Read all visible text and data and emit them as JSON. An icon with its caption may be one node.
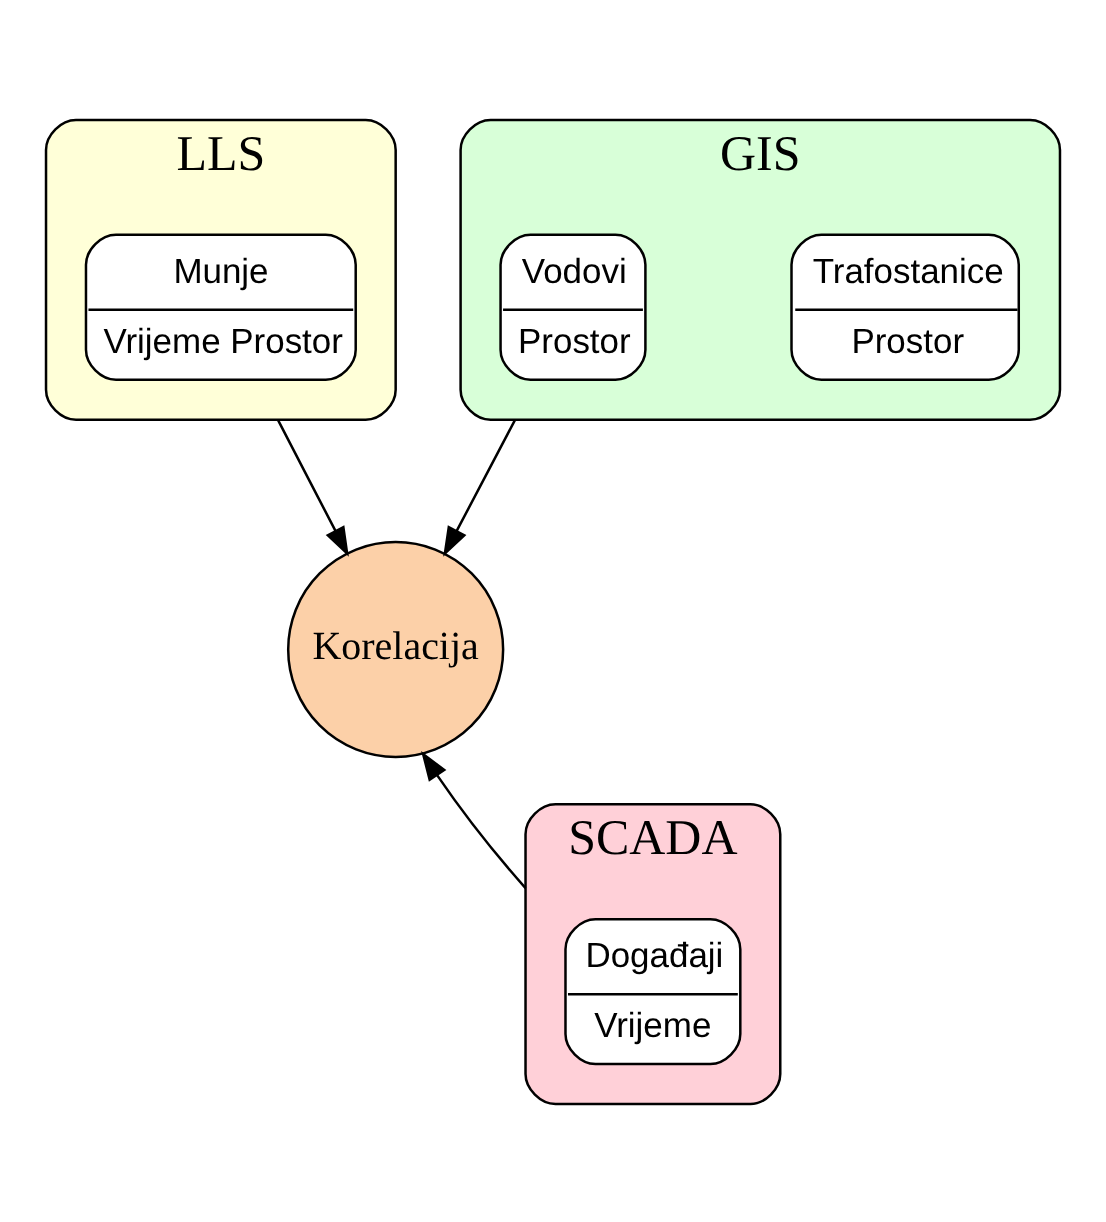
{
  "diagram": {
    "nodes": [
      {
        "text": [
          "LLS"
        ]
      },
      {
        "text": [
          "Munje",
          "Vrijeme Prostor"
        ],
        "in": 0
      },
      {
        "text": [
          "GIS"
        ]
      },
      {
        "text": [
          "Vodovi",
          "Prostor"
        ],
        "in": 2
      },
      {
        "text": [
          "Trafostanice",
          "Prostor"
        ],
        "in": 2
      },
      {
        "text": [
          "Korelacija"
        ]
      },
      {
        "text": [
          "SCADA"
        ]
      },
      {
        "text": [
          "Događaji",
          "Vrijeme"
        ],
        "in": 6
      }
    ],
    "edges": [
      {
        "from": 0,
        "to": 5,
        "arrow": "to"
      },
      {
        "from": 2,
        "to": 5,
        "arrow": "to"
      },
      {
        "from": 6,
        "to": 5,
        "arrow": "to"
      }
    ]
  }
}
